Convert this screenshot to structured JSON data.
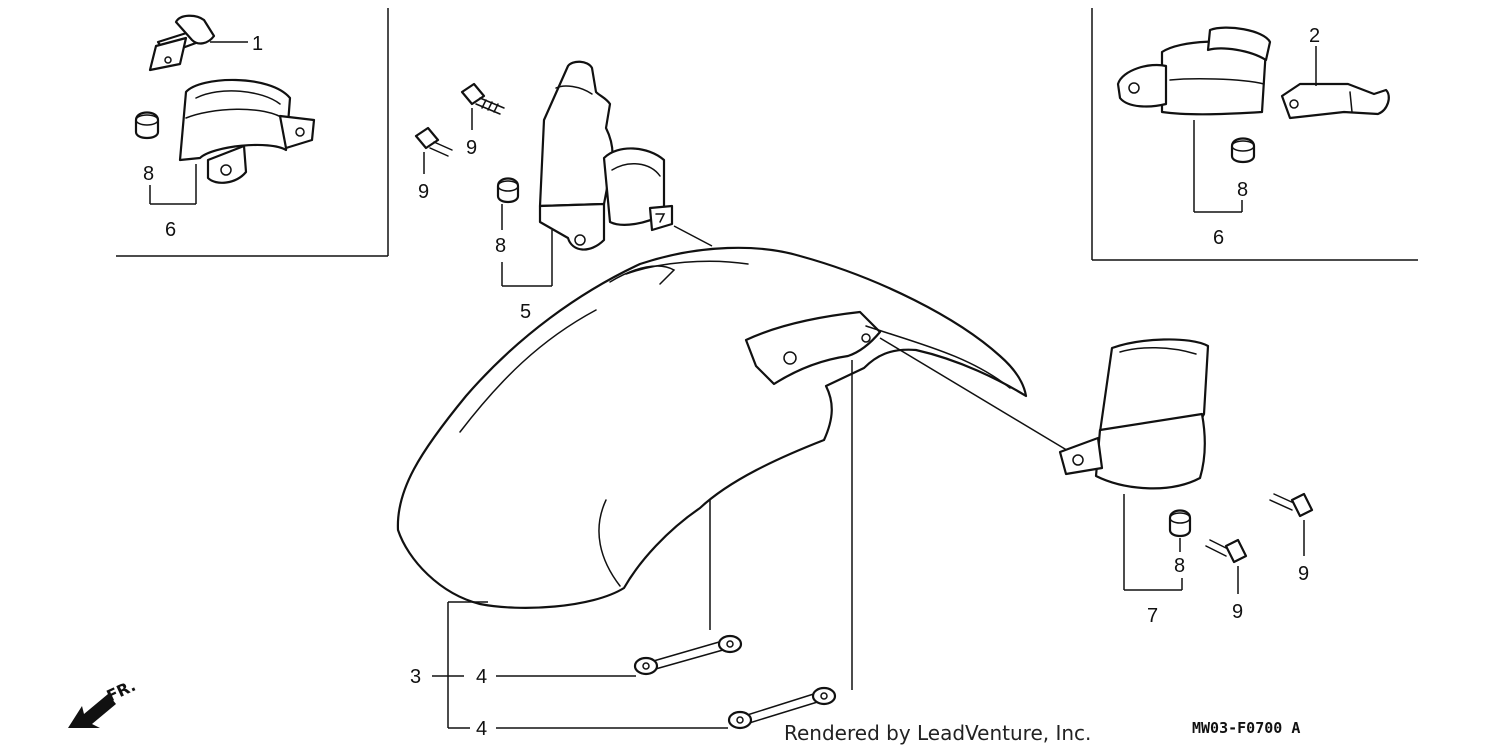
{
  "callouts": {
    "c1": "1",
    "c2": "2",
    "c3": "3",
    "c4a": "4",
    "c4b": "4",
    "c5": "5",
    "c6a": "6",
    "c6b": "6",
    "c7": "7",
    "c8a": "8",
    "c8b": "8",
    "c8c": "8",
    "c8d": "8",
    "c9a": "9",
    "c9b": "9",
    "c9c": "9",
    "c9d": "9"
  },
  "direction_label": "FR.",
  "credit": "Rendered by LeadVenture, Inc.",
  "diagram_code": "MW03-F0700 A",
  "colors": {
    "line": "#111111",
    "background": "#ffffff"
  }
}
